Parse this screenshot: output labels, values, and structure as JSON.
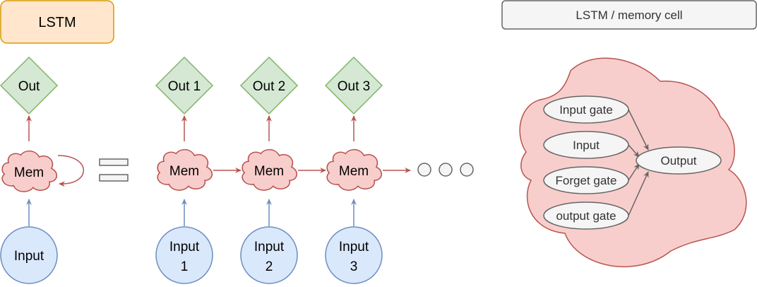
{
  "title_box": {
    "label": "LSTM"
  },
  "cell_title": {
    "label": "LSTM / memory cell"
  },
  "folded": {
    "output": "Out",
    "memory": "Mem",
    "input": "Input"
  },
  "unrolled": {
    "steps": [
      {
        "output": "Out 1",
        "memory": "Mem",
        "input_line1": "Input",
        "input_line2": "1"
      },
      {
        "output": "Out 2",
        "memory": "Mem",
        "input_line1": "Input",
        "input_line2": "2"
      },
      {
        "output": "Out 3",
        "memory": "Mem",
        "input_line1": "Input",
        "input_line2": "3"
      }
    ],
    "continuation_dots": 3
  },
  "cell": {
    "gates": [
      "Input gate",
      "Input",
      "Forget gate",
      "output gate"
    ],
    "output": "Output"
  },
  "colors": {
    "title_fill": "#ffe6cc",
    "title_stroke": "#d79b00",
    "out_fill": "#d5e8d4",
    "out_stroke": "#82b366",
    "mem_fill": "#f8cecc",
    "mem_stroke": "#b85450",
    "input_fill": "#dae8fc",
    "input_stroke": "#6c8ebf",
    "gray_fill": "#f5f5f5",
    "gray_stroke": "#666666"
  }
}
